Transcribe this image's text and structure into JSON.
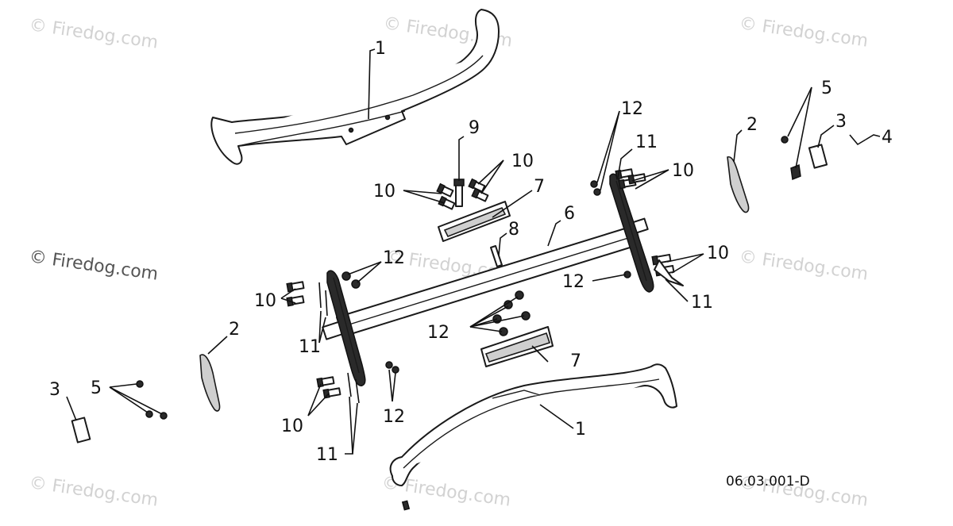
{
  "watermark": {
    "text": "© Firedog.com"
  },
  "diagram_code": "06.03.001-D",
  "callouts": {
    "c1_top": "1",
    "c1_bottom": "1",
    "c2_right": "2",
    "c2_left": "2",
    "c3_right": "3",
    "c3_left": "3",
    "c4": "4",
    "c5_right": "5",
    "c5_left": "5",
    "c6": "6",
    "c7_top": "7",
    "c7_bottom": "7",
    "c8": "8",
    "c9": "9",
    "c10_top_mid": "10",
    "c10_top_left": "10",
    "c10_top_right": "10",
    "c10_right": "10",
    "c10_left_mid": "10",
    "c10_bottom_left": "10",
    "c11_top_right": "11",
    "c11_right": "11",
    "c11_left": "11",
    "c11_bottom": "11",
    "c12_top_right": "12",
    "c12_mid_left": "12",
    "c12_mid_right": "12",
    "c12_center": "12",
    "c12_bottom": "12"
  }
}
